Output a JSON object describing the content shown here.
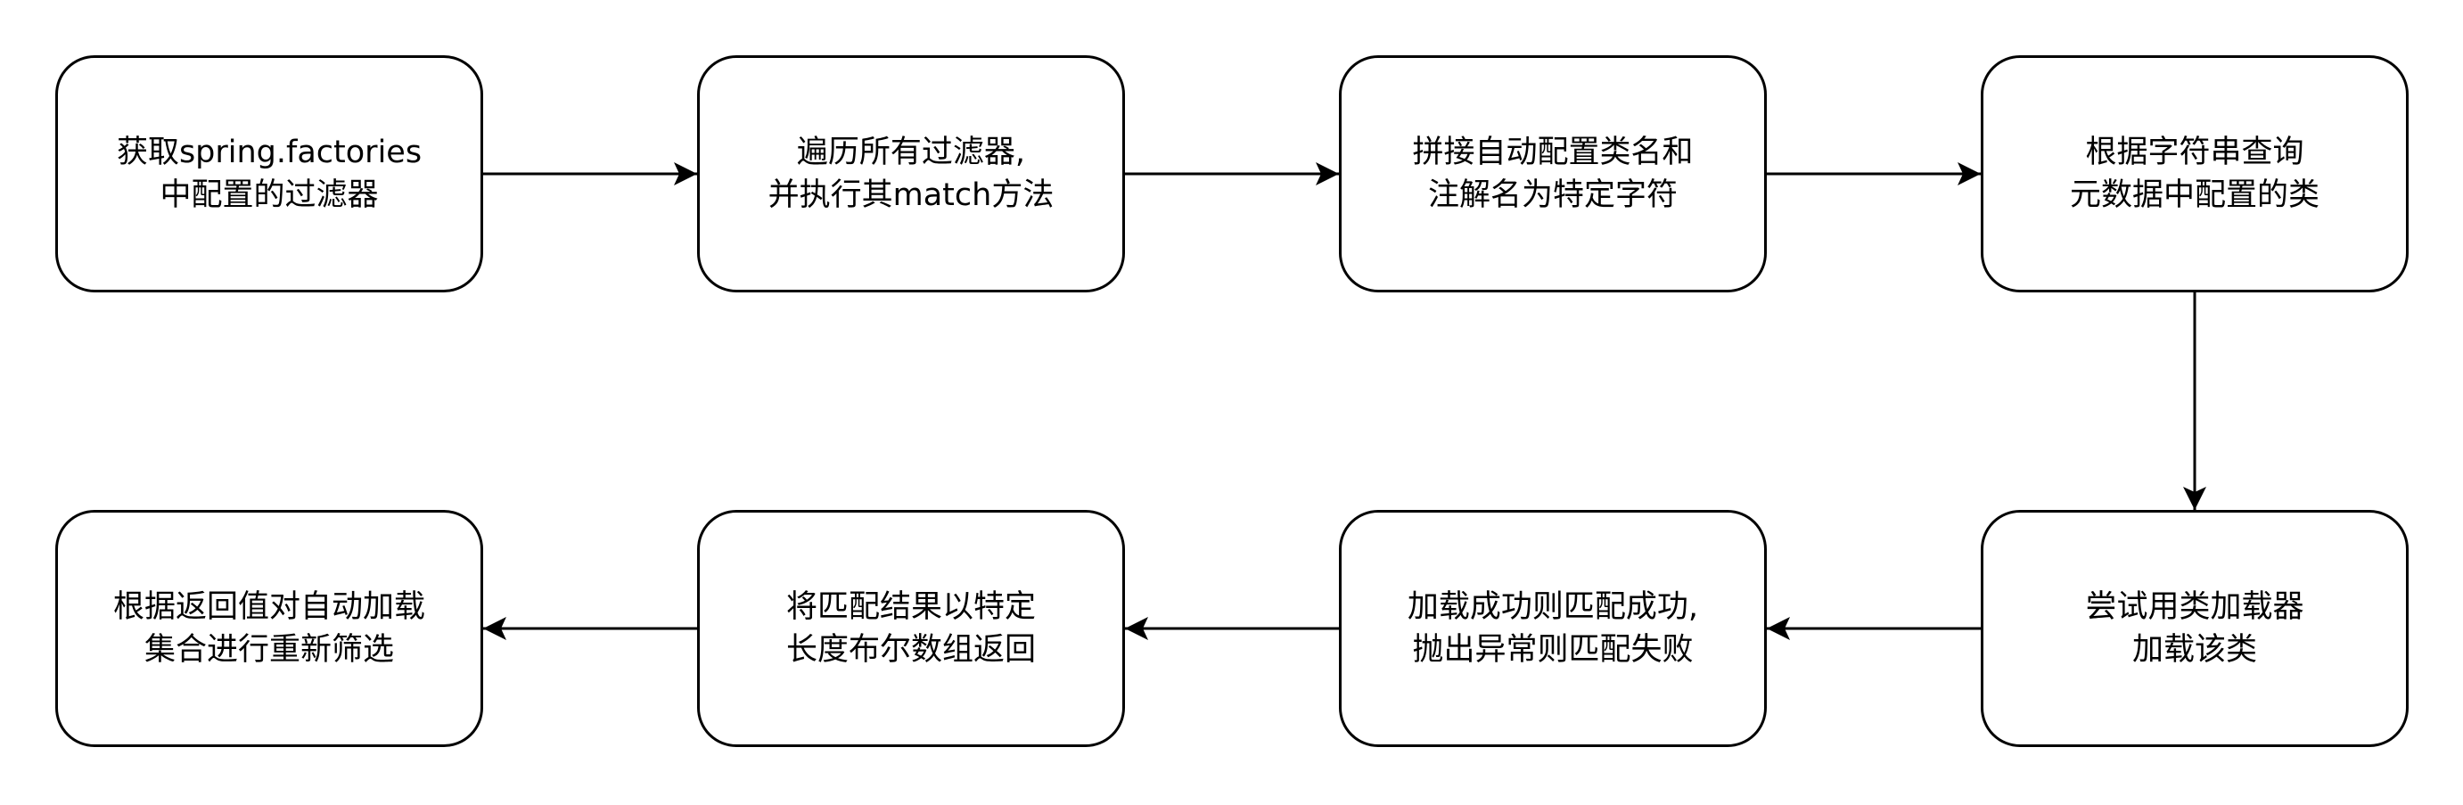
{
  "diagram": {
    "colors": {
      "stroke": "#000000",
      "fill": "#ffffff",
      "text": "#000000"
    },
    "nodes": [
      {
        "id": "n1",
        "lines": [
          "获取spring.factories",
          "中配置的过滤器"
        ]
      },
      {
        "id": "n2",
        "lines": [
          "遍历所有过滤器,",
          "并执行其match方法"
        ]
      },
      {
        "id": "n3",
        "lines": [
          "拼接自动配置类名和",
          "注解名为特定字符"
        ]
      },
      {
        "id": "n4",
        "lines": [
          "根据字符串查询",
          "元数据中配置的类"
        ]
      },
      {
        "id": "n5",
        "lines": [
          "尝试用类加载器",
          "加载该类"
        ]
      },
      {
        "id": "n6",
        "lines": [
          "加载成功则匹配成功,",
          "抛出异常则匹配失败"
        ]
      },
      {
        "id": "n7",
        "lines": [
          "将匹配结果以特定",
          "长度布尔数组返回"
        ]
      },
      {
        "id": "n8",
        "lines": [
          "根据返回值对自动加载",
          "集合进行重新筛选"
        ]
      }
    ],
    "edges": [
      {
        "from": "n1",
        "to": "n2"
      },
      {
        "from": "n2",
        "to": "n3"
      },
      {
        "from": "n3",
        "to": "n4"
      },
      {
        "from": "n4",
        "to": "n5"
      },
      {
        "from": "n5",
        "to": "n6"
      },
      {
        "from": "n6",
        "to": "n7"
      },
      {
        "from": "n7",
        "to": "n8"
      }
    ]
  }
}
